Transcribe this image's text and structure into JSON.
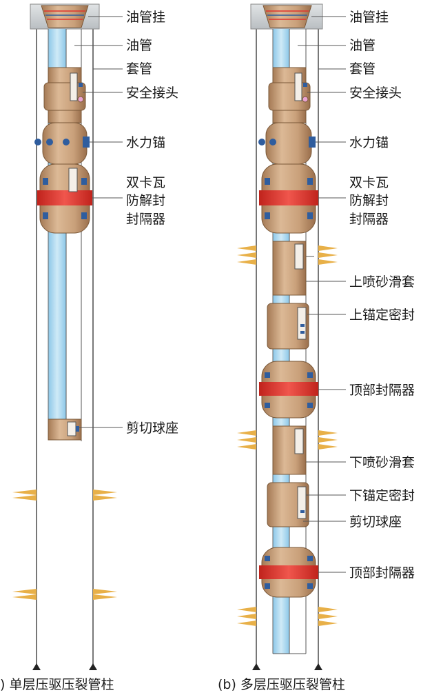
{
  "colors": {
    "tool_body": "#c9a07a",
    "tool_shade": "#a57a55",
    "tubing_fluid": "#a9d7ef",
    "seal_red": "#e0342c",
    "bolt_blue": "#2f5d9e",
    "casing_line": "#555555",
    "hanger_gray": "#cfd3d6",
    "perforation": "#e8b048"
  },
  "left": {
    "labels": [
      "油管挂",
      "油管",
      "套管",
      "安全接头",
      "水力锚",
      "双卡瓦",
      "防解封",
      "封隔器",
      "剪切球座"
    ],
    "caption": ") 单层压驱压裂管柱"
  },
  "right": {
    "labels": [
      "油管挂",
      "油管",
      "套管",
      "安全接头",
      "水力锚",
      "双卡瓦",
      "防解封",
      "封隔器",
      "上喷砂滑套",
      "上锚定密封",
      "顶部封隔器",
      "下喷砂滑套",
      "下锚定密封",
      "剪切球座",
      "顶部封隔器"
    ],
    "caption": "(b) 多层压驱压裂管柱"
  }
}
